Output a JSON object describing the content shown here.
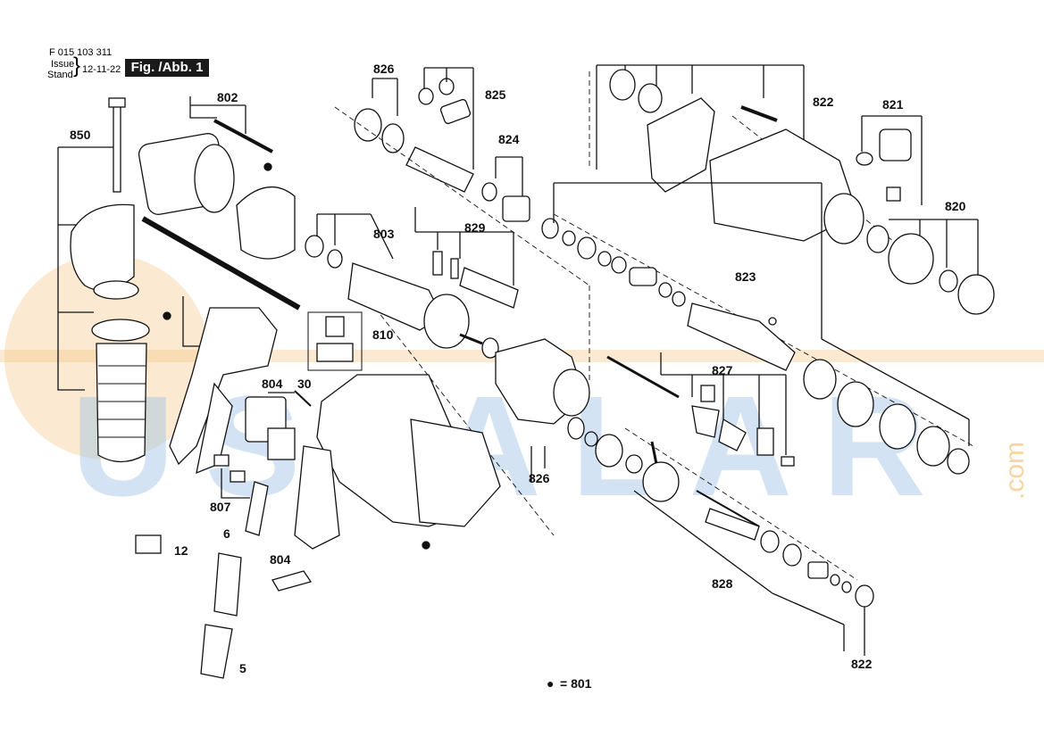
{
  "header": {
    "part_number": "F 015 103 311",
    "issue_label": "Issue",
    "stand_label": "Stand",
    "issue_date": "12-11-22",
    "figure_label": "Fig. /Abb. 1"
  },
  "watermark": {
    "text": "USTALAR",
    "suffix": ".com",
    "color_orange": "#f4c27a",
    "color_blue": "#9ec3e6"
  },
  "callouts": {
    "c850": "850",
    "c802": "802",
    "c826_top": "826",
    "c825": "825",
    "c824": "824",
    "c822_top": "822",
    "c821": "821",
    "c820": "820",
    "c803": "803",
    "c829": "829",
    "c823": "823",
    "c810": "810",
    "c827": "827",
    "c804_top": "804",
    "c30": "30",
    "c826_mid": "826",
    "c807": "807",
    "c6": "6",
    "c12": "12",
    "c804_bot": "804",
    "c828": "828",
    "c5": "5",
    "c822_bot": "822"
  },
  "legend": {
    "symbol": "●",
    "text": "= 801"
  }
}
